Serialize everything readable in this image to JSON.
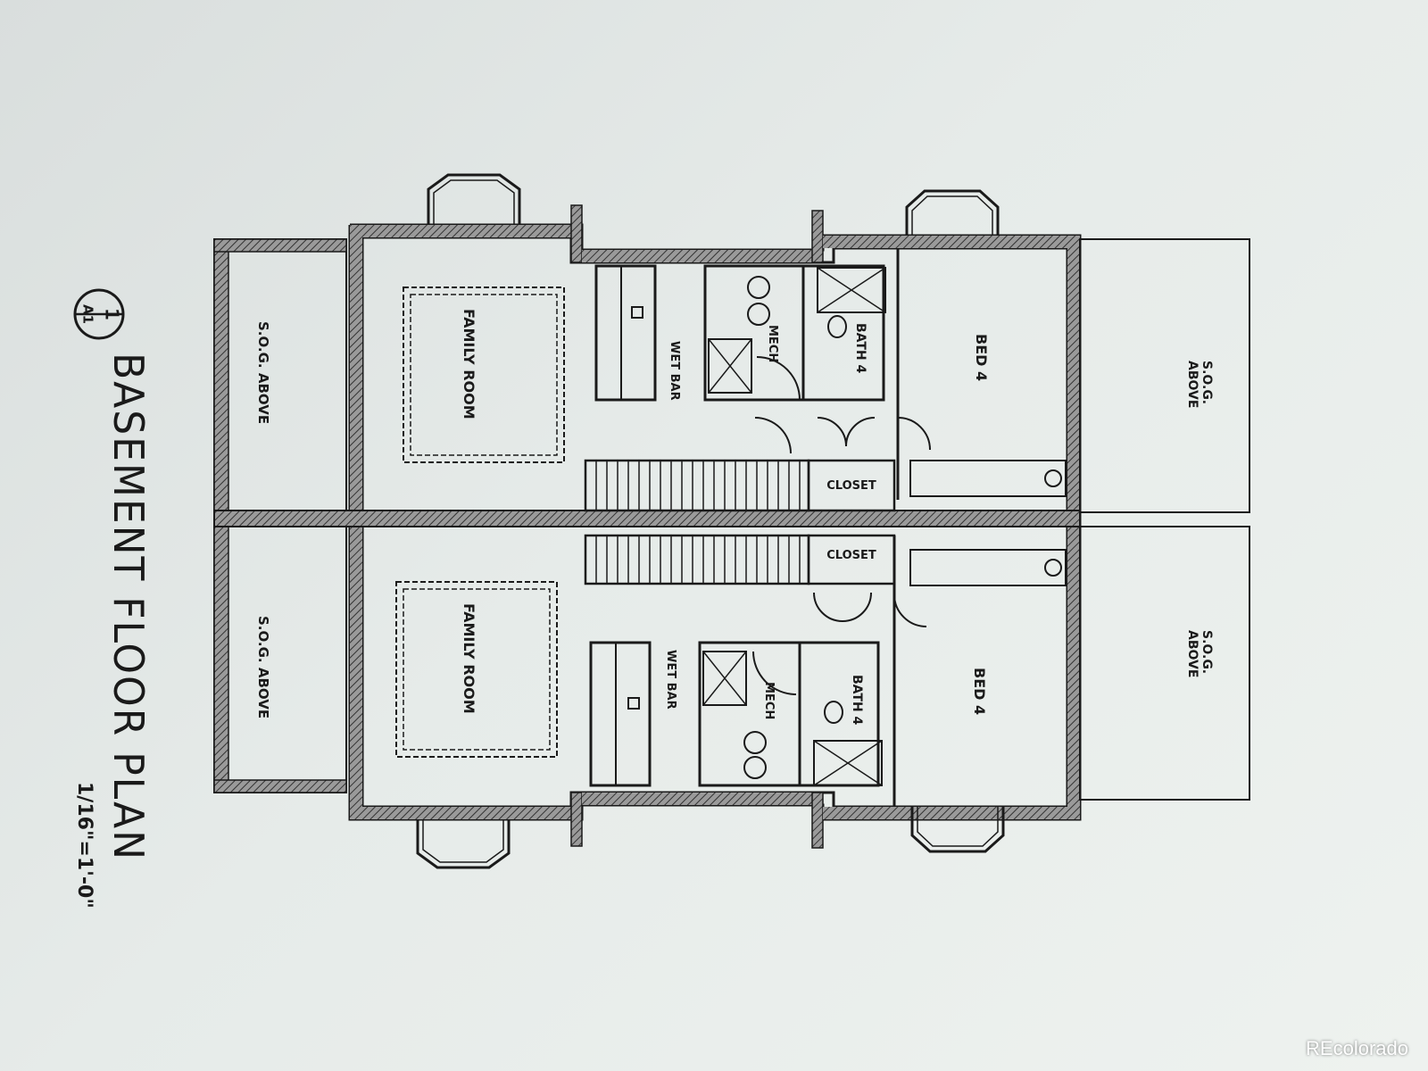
{
  "drawing": {
    "title": "BASEMENT FLOOR PLAN",
    "scale": "1/16\"=1'-0\"",
    "detail_number": "1",
    "sheet_ref": "A1"
  },
  "rooms": {
    "unit_upper": {
      "family_room": "FAMILY ROOM",
      "wet_bar": "WET BAR",
      "mech": "MECH",
      "bath": "BATH 4",
      "bedroom": "BED 4",
      "closet": "CLOSET",
      "sog_left": "S.O.G. ABOVE",
      "sog_right_1": "S.O.G.",
      "sog_right_2": "ABOVE"
    },
    "unit_lower": {
      "family_room": "FAMILY ROOM",
      "wet_bar": "WET BAR",
      "mech": "MECH",
      "bath": "BATH 4",
      "bedroom": "BED 4",
      "closet": "CLOSET",
      "sog_left": "S.O.G. ABOVE",
      "sog_right_1": "S.O.G.",
      "sog_right_2": "ABOVE"
    }
  },
  "watermark": "REcolorado"
}
